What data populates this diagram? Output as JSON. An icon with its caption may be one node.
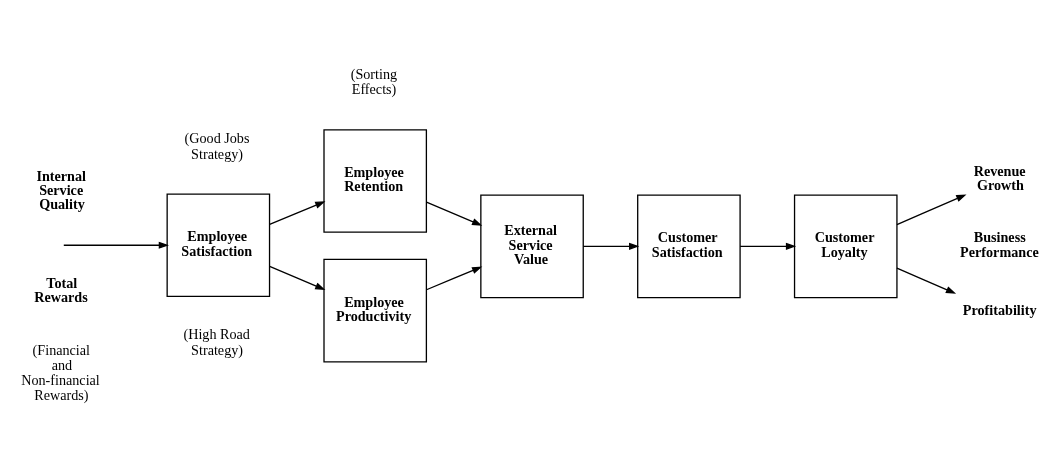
{
  "diagram": {
    "nodes": [
      {
        "text": [
          "Employee Satisfaction"
        ],
        "beside": [
          "(Good Jobs Strategy)",
          "(High Road Strategy)"
        ]
      },
      {
        "text": [
          "Employee Retention"
        ],
        "beside": [
          "(Sorting Effects)"
        ]
      },
      {
        "text": [
          "Employee Productivity"
        ]
      },
      {
        "text": [
          "External Service Value"
        ]
      },
      {
        "text": [
          "Customer Satisfaction"
        ]
      },
      {
        "text": [
          "Customer Loyalty"
        ]
      },
      {
        "text": [
          "Revenue Growth"
        ]
      },
      {
        "text": [
          "Profitability"
        ]
      }
    ],
    "edges": [
      {
        "from": null,
        "to": 0,
        "arrow": "to"
      },
      {
        "from": 0,
        "to": 1,
        "arrow": "to"
      },
      {
        "from": 0,
        "to": 2,
        "arrow": "to"
      },
      {
        "from": 1,
        "to": 3,
        "arrow": "to"
      },
      {
        "from": 2,
        "to": 3,
        "arrow": "to"
      },
      {
        "from": 3,
        "to": 4,
        "arrow": "to"
      },
      {
        "from": 4,
        "to": 5,
        "arrow": "to"
      },
      {
        "from": 5,
        "to": 6,
        "arrow": "to"
      },
      {
        "from": 5,
        "to": 7,
        "arrow": "to"
      }
    ],
    "labels": [
      "Internal Service Quality",
      "Total Rewards",
      "(Financial and Non-financial Rewards)",
      "Business Performance"
    ]
  }
}
